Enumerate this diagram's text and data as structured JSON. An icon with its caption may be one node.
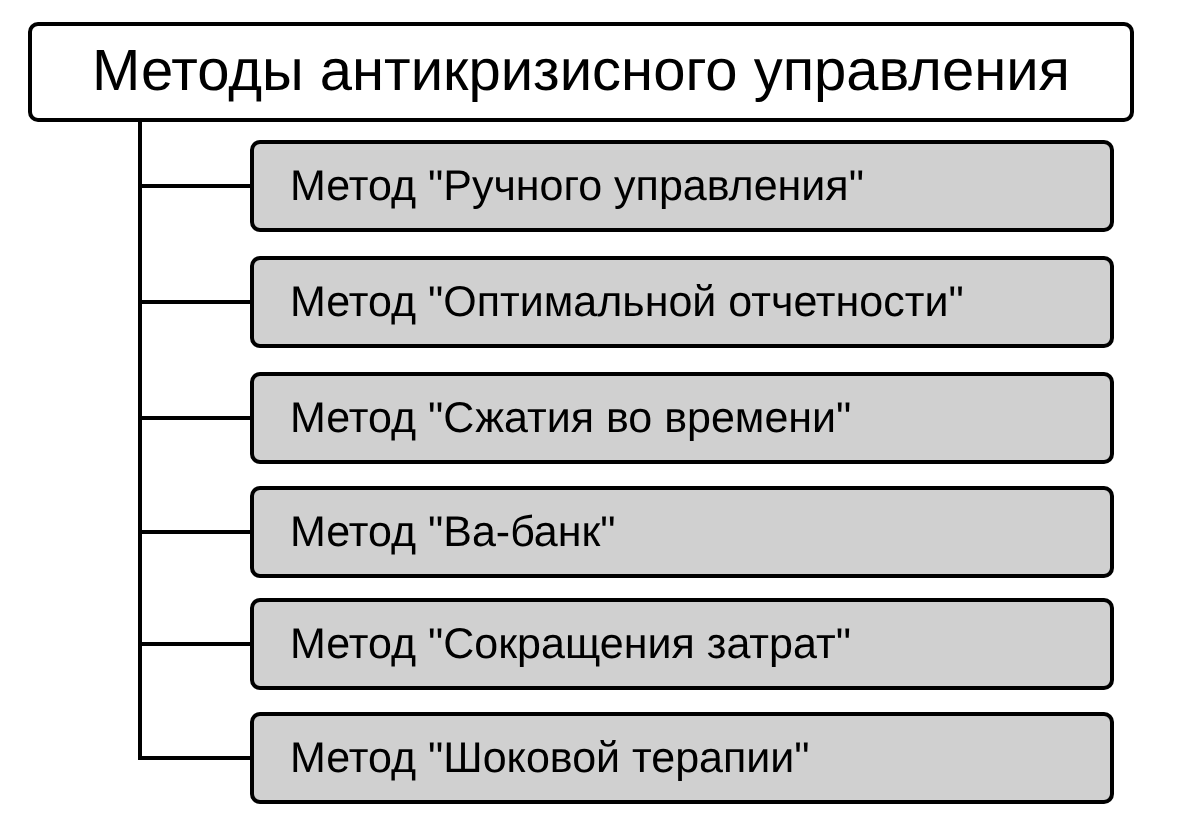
{
  "diagram": {
    "nodes": [
      {
        "text": [
          "Методы антикризисного управления"
        ]
      },
      {
        "text": [
          "Метод \"Ручного управления\""
        ]
      },
      {
        "text": [
          "Метод \"Оптимальной отчетности\""
        ]
      },
      {
        "text": [
          "Метод \"Сжатия во времени\""
        ]
      },
      {
        "text": [
          "Метод \"Ва-банк\""
        ]
      },
      {
        "text": [
          "Метод \"Сокращения затрат\""
        ]
      },
      {
        "text": [
          "Метод \"Шоковой терапии\""
        ]
      }
    ],
    "edges": [
      {
        "from": 0,
        "to": 1,
        "arrow": "none"
      },
      {
        "from": 0,
        "to": 2,
        "arrow": "none"
      },
      {
        "from": 0,
        "to": 3,
        "arrow": "none"
      },
      {
        "from": 0,
        "to": 4,
        "arrow": "none"
      },
      {
        "from": 0,
        "to": 5,
        "arrow": "none"
      },
      {
        "from": 0,
        "to": 6,
        "arrow": "none"
      }
    ]
  }
}
